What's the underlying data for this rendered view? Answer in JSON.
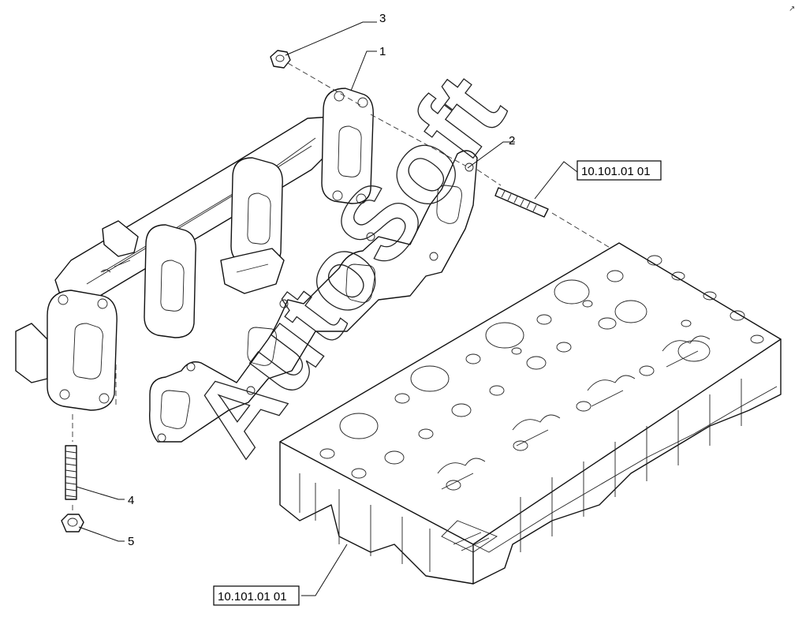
{
  "callouts": [
    {
      "id": "1",
      "label": "1"
    },
    {
      "id": "2",
      "label": "2"
    },
    {
      "id": "3",
      "label": "3"
    },
    {
      "id": "4",
      "label": "4"
    },
    {
      "id": "5",
      "label": "5"
    }
  ],
  "references": {
    "upper": "10.101.01 01",
    "lower": "10.101.01 01"
  },
  "watermark": "AutoSoft",
  "corner_mark": "↗"
}
